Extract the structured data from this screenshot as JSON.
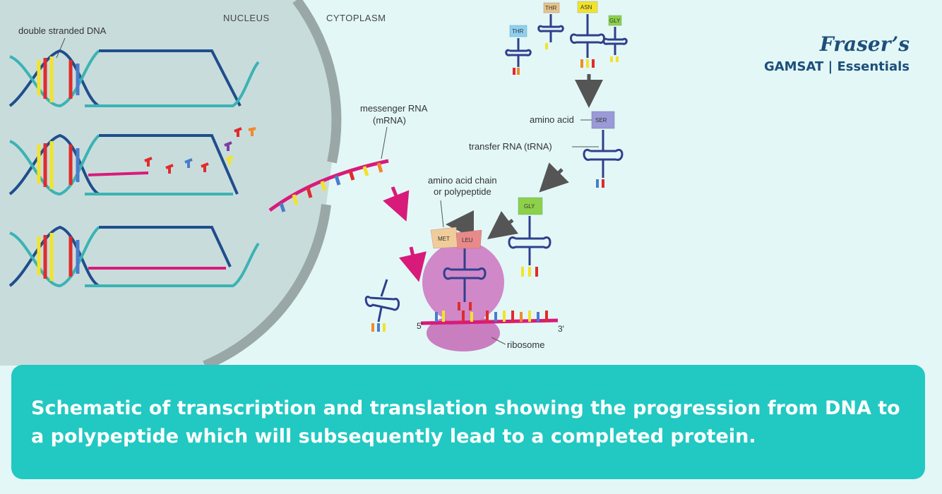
{
  "diagram": {
    "regions": {
      "nucleus": "NUCLEUS",
      "cytoplasm": "CYTOPLASM"
    },
    "labels": {
      "dna": "double stranded DNA",
      "mrna_line1": "messenger RNA",
      "mrna_line2": "(mRNA)",
      "amino_acid": "amino acid",
      "trna": "transfer RNA (tRNA)",
      "chain_line1": "amino acid chain",
      "chain_line2": "or polypeptide",
      "ribosome": "ribosome",
      "five_prime": "5'",
      "three_prime": "3'"
    },
    "amino_acids": {
      "thr": "THR",
      "thr2": "THR",
      "asn": "ASN",
      "gly_small": "GLY",
      "ser": "SER",
      "gly": "GLY",
      "met": "MET",
      "leu": "LEU"
    },
    "colors": {
      "background": "#e3f7f7",
      "nucleus": "#c9dcdc",
      "envelope": "#9aa7a7",
      "mrna": "#d81b7a",
      "ribosome": "#c97ec0",
      "arrow_pink": "#d81b7a",
      "arrow_gray": "#555555"
    }
  },
  "brand": {
    "script": "Fraser’s",
    "subtitle": "GAMSAT | Essentials"
  },
  "caption": {
    "text": "Schematic of transcription and translation showing the progression from DNA to a polypeptide which will subsequently lead to a completed protein."
  }
}
